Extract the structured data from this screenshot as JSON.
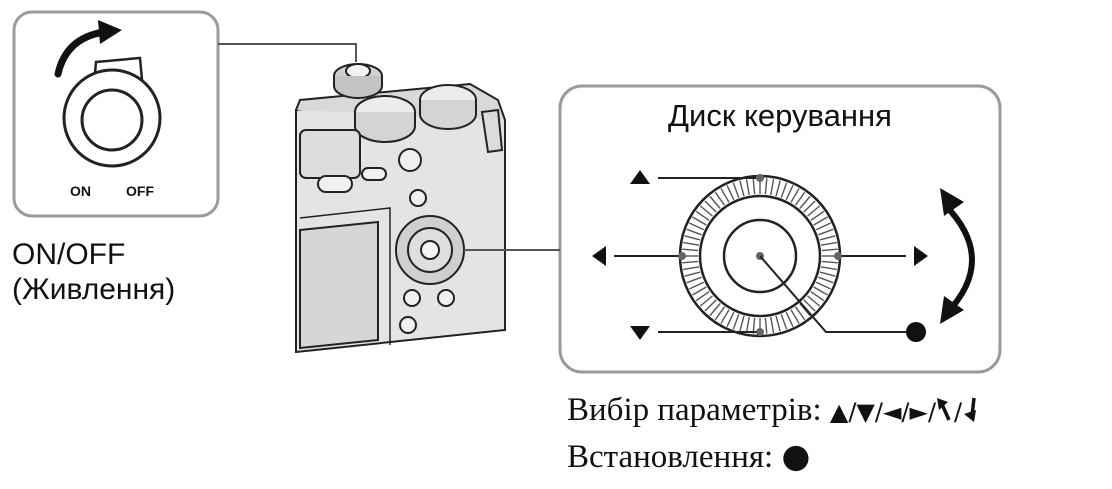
{
  "power_callout": {
    "switch_on": "ON",
    "switch_off": "OFF",
    "label_line1": "ON/OFF",
    "label_line2": "(Живлення)"
  },
  "dial_callout": {
    "title": "Диск керування"
  },
  "caption": {
    "select_label": "Вибір параметрів:",
    "select_symbols": "▲/▼/◄/►/",
    "set_label": "Встановлення:",
    "set_symbol": "●"
  },
  "colors": {
    "stroke": "#222222",
    "panel_border": "#9a9a9a",
    "camera_fill": "#e6e6e6",
    "camera_shade": "#c8c8c8",
    "highlight": "#cfcfcf"
  }
}
